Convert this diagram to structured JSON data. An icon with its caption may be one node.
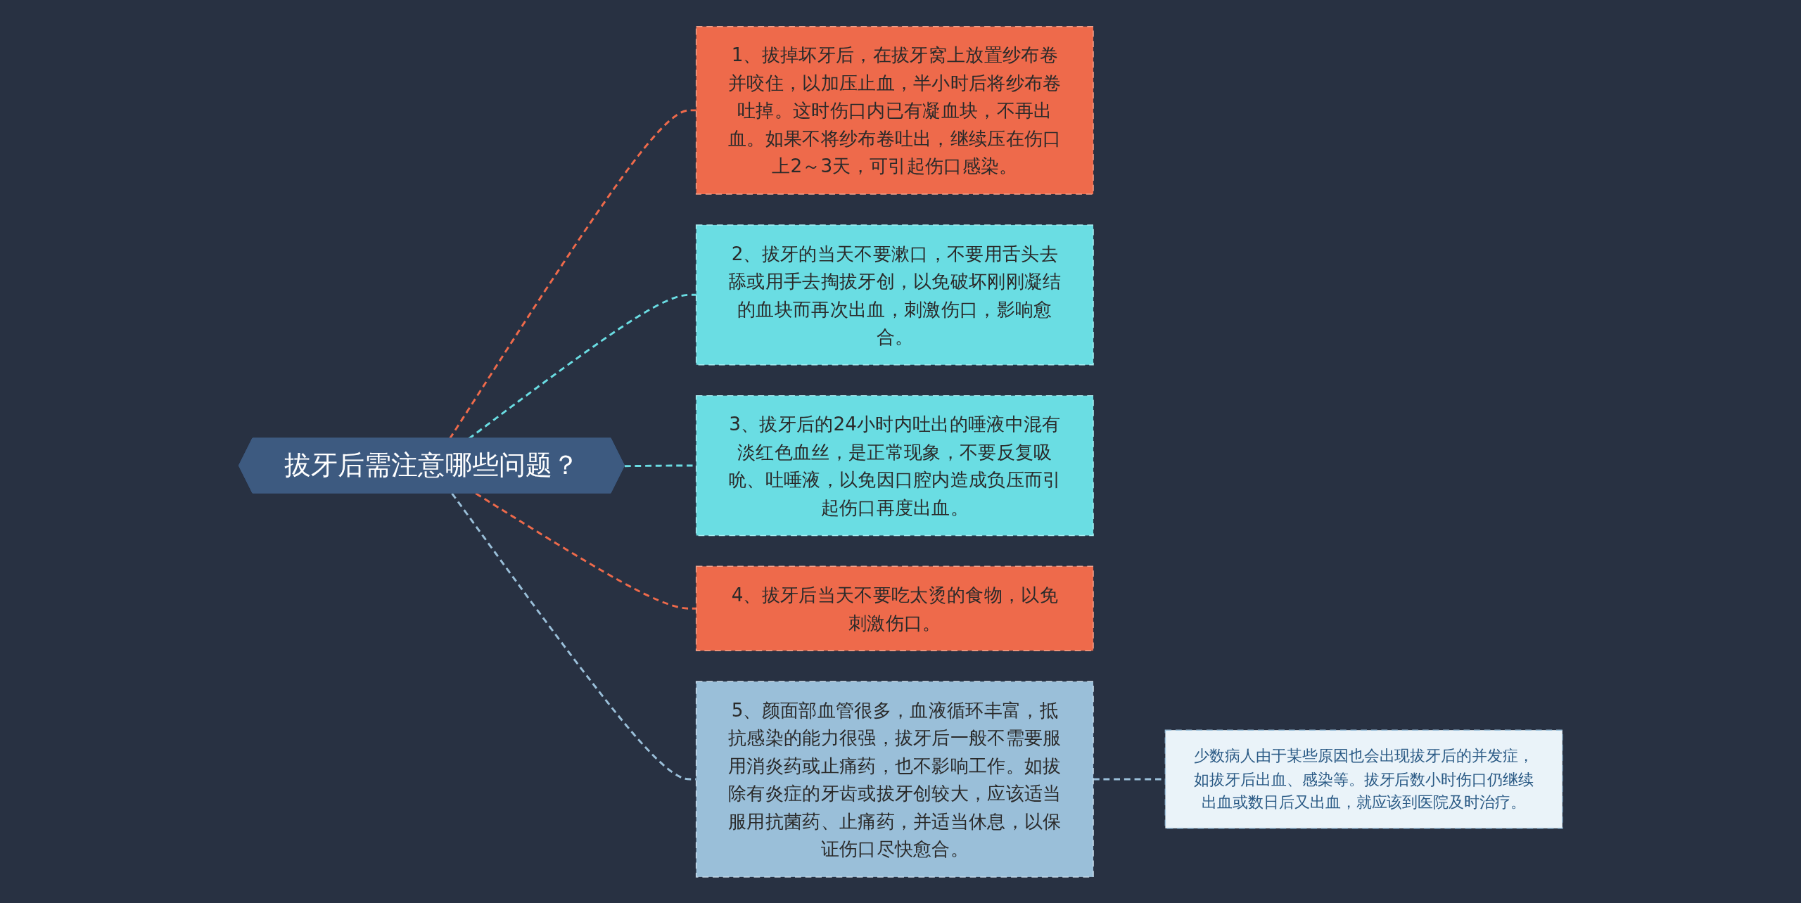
{
  "diagram": {
    "nodes": [
      {
        "text": [
          "拔牙后需注意哪些问题？"
        ]
      },
      {
        "text": [
          "1、拔掉坏牙后，在拔牙窝上放置纱布卷并咬住，以加压止血，半小时后将纱布卷吐掉。这时伤口内已有凝血块，不再出血。如果不将纱布卷吐出，继续压在伤口上2～3天，可引起伤口感染。"
        ]
      },
      {
        "text": [
          "2、拔牙的当天不要漱口，不要用舌头去舔或用手去掏拔牙创，以免破坏刚刚凝结的血块而再次出血，刺激伤口，影响愈合。"
        ]
      },
      {
        "text": [
          "3、拔牙后的24小时内吐出的唾液中混有淡红色血丝，是正常现象，不要反复吸吮、吐唾液，以免因口腔内造成负压而引起伤口再度出血。"
        ]
      },
      {
        "text": [
          "4、拔牙后当天不要吃太烫的食物，以免刺激伤口。"
        ]
      },
      {
        "text": [
          "5、颜面部血管很多，血液循环丰富，抵抗感染的能力很强，拔牙后一般不需要服用消炎药或止痛药，也不影响工作。如拔除有炎症的牙齿或拔牙创较大，应该适当服用抗菌药、止痛药，并适当休息，以保证伤口尽快愈合。"
        ]
      },
      {
        "text": [
          "少数病人由于某些原因也会出现拔牙后的并发症，如拔牙后出血、感染等。拔牙后数小时伤口仍继续出血或数日后又出血，就应该到医院及时治疗。"
        ]
      }
    ],
    "edges": [
      {
        "from": 0,
        "to": 1,
        "arrow": "none",
        "style": "dashed",
        "color": "#ee6a4b"
      },
      {
        "from": 0,
        "to": 2,
        "arrow": "none",
        "style": "dashed",
        "color": "#6adde3"
      },
      {
        "from": 0,
        "to": 3,
        "arrow": "none",
        "style": "dashed",
        "color": "#6adde3"
      },
      {
        "from": 0,
        "to": 4,
        "arrow": "none",
        "style": "dashed",
        "color": "#ee6a4b"
      },
      {
        "from": 0,
        "to": 5,
        "arrow": "none",
        "style": "dashed",
        "color": "#9abfd9"
      },
      {
        "from": 5,
        "to": 6,
        "arrow": "none",
        "style": "dashed",
        "color": "#9abfd9"
      }
    ]
  }
}
